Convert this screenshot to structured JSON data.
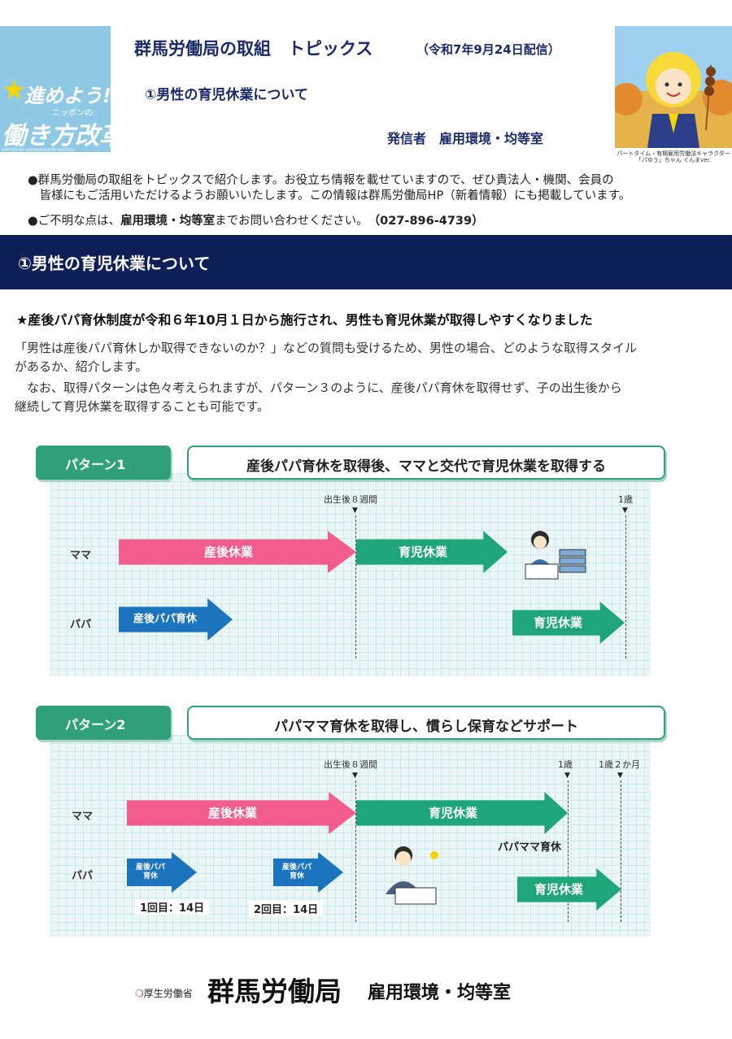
{
  "header": {
    "logo": {
      "line1": "進めよう!",
      "line2": "ニッポンの",
      "line3": "働き方改革",
      "line4": "NIPPON NO HATARAKIKATA KAIKAKU"
    },
    "title": "群馬労働局の取組　トピックス",
    "date": "（令和7年9月24日配信）",
    "subtitle": "①男性の育児休業について",
    "sender": "発信者　雇用環境・均等室",
    "mascot_caption_1": "パートタイム・有期雇用労働法キャラクター",
    "mascot_caption_2": "「パゆう」ちゃん ぐんまver."
  },
  "intro": {
    "bullet1": "●群馬労働局の取組をトピックスで紹介します。お役立ち情報を載せていますので、ぜひ貴法人・機関、会員の",
    "bullet1b": "　皆様にもご活用いただけるようお願いいたします。この情報は群馬労働局HP（新着情報）にも掲載しています。",
    "bullet2_pre": "●ご不明な点は、",
    "bullet2_bold": "雇用環境・均等室",
    "bullet2_mid": "までお問い合わせください。",
    "bullet2_tel": "（027-896-4739）"
  },
  "section": {
    "banner": "①男性の育児休業について",
    "lead": "★産後パパ育休制度が令和６年10月１日から施行され、男性も育児休業が取得しやすくなりました",
    "para1": "「男性は産後パパ育休しか取得できないのか？」などの質問も受けるため、男性の場合、どのような取得スタイル",
    "para1b": "があるか、紹介します。",
    "para2": "　なお、取得パターンは色々考えられますが、パターン３のように、産後パパ育休を取得せず、子の出生後から",
    "para2b": "継続して育児休業を取得することも可能です。"
  },
  "pattern1": {
    "tag": "パターン1",
    "heading": "産後パパ育休を取得後、ママと交代で育児休業を取得する",
    "marker1": "出生後８週間",
    "marker2": "1歳",
    "row_mama": "ママ",
    "row_papa": "パパ",
    "mama_arrow1": "産後休業",
    "mama_arrow2": "育児休業",
    "papa_arrow1": "産後パパ育休",
    "papa_arrow2": "育児休業"
  },
  "pattern2": {
    "tag": "パターン2",
    "heading": "パパママ育休を取得し、慣らし保育などサポート",
    "marker1": "出生後８週間",
    "marker2": "1歳",
    "marker3": "1歳２か月",
    "row_mama": "ママ",
    "row_papa": "パパ",
    "mama_arrow1": "産後休業",
    "mama_arrow2": "育児休業",
    "note_papamama": "パパママ育休",
    "papa_arrow1": "産後パパ\n育休",
    "papa_arrow2": "産後パパ\n育休",
    "papa_arrow3": "育児休業",
    "note_first": "1回目：14日",
    "note_second": "2回目：14日"
  },
  "footer": {
    "ministry": "厚生労働省",
    "office": "群馬労働局",
    "dept": "雇用環境・均等室"
  },
  "colors": {
    "navy": "#0f1f57",
    "green": "#1fa57a",
    "pink": "#f25d8e",
    "blue": "#1c74bf"
  }
}
